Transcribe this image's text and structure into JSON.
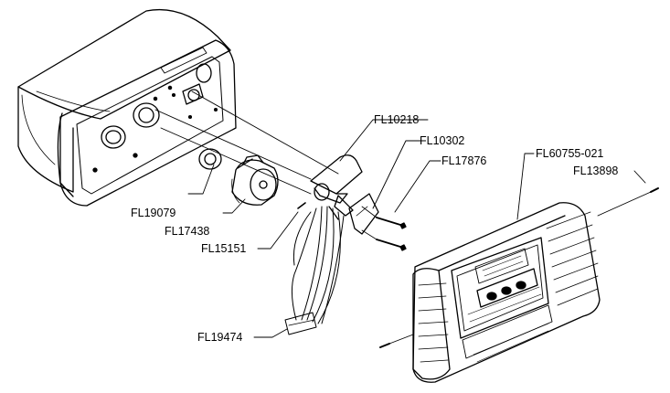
{
  "labels": {
    "fl10218": "FL10218",
    "fl10302": "FL10302",
    "fl17876": "FL17876",
    "fl60755_021": "FL60755-021",
    "fl13898": "FL13898",
    "fl19079": "FL19079",
    "fl17438": "FL17438",
    "fl15151": "FL15151",
    "fl19474": "FL19474"
  }
}
